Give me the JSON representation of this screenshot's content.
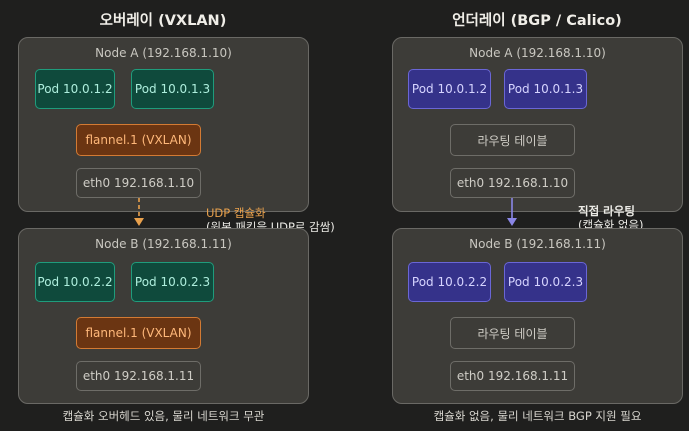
{
  "left": {
    "title": "오버레이 (VXLAN)",
    "node_a": {
      "label": "Node A (192.168.1.10)",
      "pods": [
        "Pod 10.0.1.2",
        "Pod 10.0.1.3"
      ],
      "flannel": "flannel.1 (VXLAN)",
      "eth": "eth0 192.168.1.10"
    },
    "node_b": {
      "label": "Node B (192.168.1.11)",
      "pods": [
        "Pod 10.0.2.2",
        "Pod 10.0.2.3"
      ],
      "flannel": "flannel.1 (VXLAN)",
      "eth": "eth0 192.168.1.11"
    },
    "arrow_note": {
      "line1": "UDP 캡슐화",
      "line2": "(원본 패킷을 UDP로 감쌈)"
    },
    "footer": "캡슐화 오버헤드 있음, 물리 네트워크 무관"
  },
  "right": {
    "title": "언더레이 (BGP / Calico)",
    "node_a": {
      "label": "Node A (192.168.1.10)",
      "pods": [
        "Pod 10.0.1.2",
        "Pod 10.0.1.3"
      ],
      "routing": "라우팅 테이블",
      "eth": "eth0 192.168.1.10"
    },
    "node_b": {
      "label": "Node B (192.168.1.11)",
      "pods": [
        "Pod 10.0.2.2",
        "Pod 10.0.2.3"
      ],
      "routing": "라우팅 테이블",
      "eth": "eth0 192.168.1.11"
    },
    "arrow_note": {
      "line1": "직접 라우팅",
      "line2": "(캡슐화 없음)"
    },
    "footer": "캡슐화 없음, 물리 네트워크 BGP 지원 필요"
  },
  "colors": {
    "background": "#1f1f1e",
    "node": "#3d3c38",
    "pod_green": "#0f4a3c",
    "pod_purple": "#35328a",
    "flannel": "#6b3512",
    "arrow_orange": "#e8a04c",
    "arrow_purple": "#8a86e6"
  }
}
